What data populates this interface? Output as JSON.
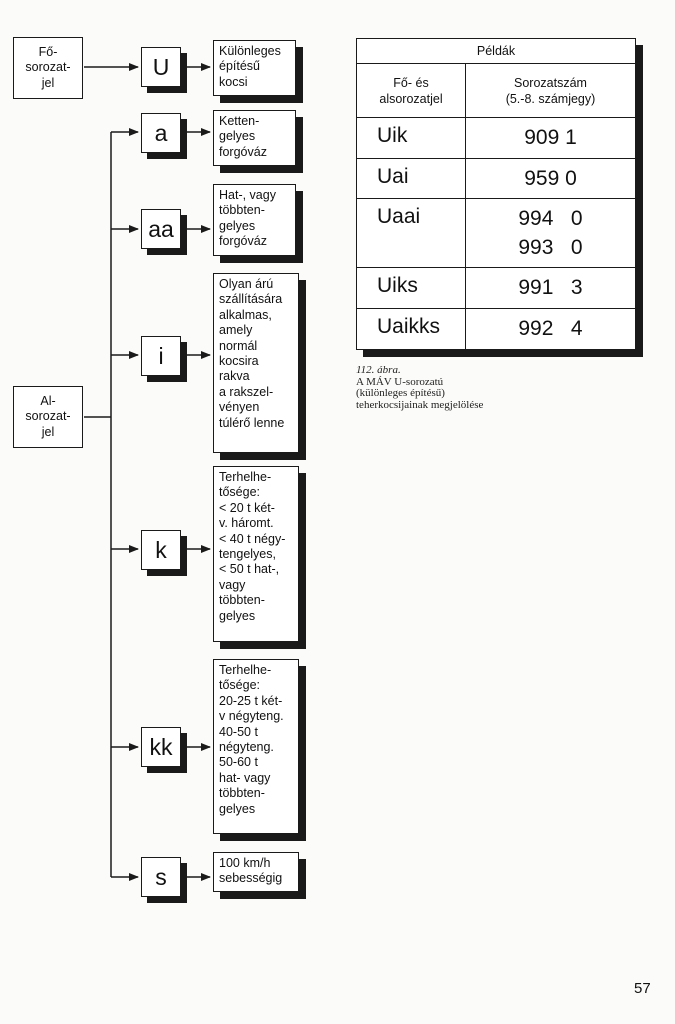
{
  "diagram": {
    "main_label": "Fő-\nsorozat-\njel",
    "sub_label": "Al-\nsorozat-\njel",
    "main_item": {
      "code": "U",
      "description": "Különleges\népítésű\nkocsi"
    },
    "sub_items": [
      {
        "code": "a",
        "description": "Ketten-\ngelyes\nforgóváz"
      },
      {
        "code": "aa",
        "description": "Hat-, vagy\ntöbbten-\ngelyes\nforgóváz"
      },
      {
        "code": "i",
        "description": "Olyan árú\nszállítására\nalkalmas,\namely\nnormál\nkocsira\nrakva\na rakszel-\nvényen\ntúlérő lenne"
      },
      {
        "code": "k",
        "description": "Terhelhe-\ntősége:\n< 20 t  két-\nv. háromt.\n< 40 t négy-\ntengelyes,\n< 50 t  hat-,\nvagy\ntöbbten-\ngelyes"
      },
      {
        "code": "kk",
        "description": "Terhelhe-\ntősége:\n20-25 t  két-\nv négyteng.\n40-50 t\nnégyteng.\n50-60 t\nhat- vagy\ntöbbten-\ngelyes"
      },
      {
        "code": "s",
        "description": "100 km/h\nsebességig"
      }
    ]
  },
  "examples_table": {
    "title": "Példák",
    "col1_header": "Fő- és\nalsorozatjel",
    "col2_header": "Sorozatszám\n(5.-8. számjegy)",
    "rows": [
      {
        "code": "Uik",
        "numbers": [
          "909 1"
        ]
      },
      {
        "code": "Uai",
        "numbers": [
          "959 0"
        ]
      },
      {
        "code": "Uaai",
        "numbers": [
          "994   0",
          "993   0"
        ]
      },
      {
        "code": "Uiks",
        "numbers": [
          "991   3"
        ]
      },
      {
        "code": "Uaikks",
        "numbers": [
          "992   4"
        ]
      }
    ]
  },
  "caption": {
    "figure": "112. ábra.",
    "line1": "A MÁV U-sorozatú",
    "line2": "(különleges építésű)",
    "line3": "teherkocsijainak megjelölése"
  },
  "page_number": "57"
}
